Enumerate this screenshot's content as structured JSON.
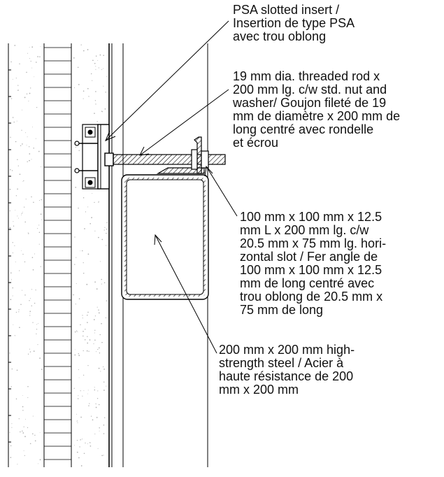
{
  "annotations": [
    {
      "id": "psa-insert",
      "lines": [
        "PSA slotted insert /",
        "Insertion de type PSA",
        "avec trou oblong"
      ]
    },
    {
      "id": "threaded-rod",
      "lines": [
        "19 mm dia. threaded rod x",
        "200 mm lg. c/w std. nut and",
        "washer/ Goujon fileté de 19",
        "mm de diamètre x 200 mm de",
        "long centré avec rondelle",
        "et écrou"
      ]
    },
    {
      "id": "angle",
      "lines": [
        "100 mm x 100 mm x 12.5",
        "mm L x 200 mm lg. c/w",
        "20.5 mm x 75 mm lg. hori-",
        "zontal slot / Fer angle de",
        "100 mm x 100 mm x 12.5",
        "mm de long centré avec",
        "trou oblong de 20.5 mm x",
        "75 mm de long"
      ]
    },
    {
      "id": "steel-section",
      "lines": [
        "200 mm x 200 mm high-",
        "strength steel / Acier à",
        "haute résistance de 200",
        "mm x 200 mm"
      ]
    }
  ]
}
